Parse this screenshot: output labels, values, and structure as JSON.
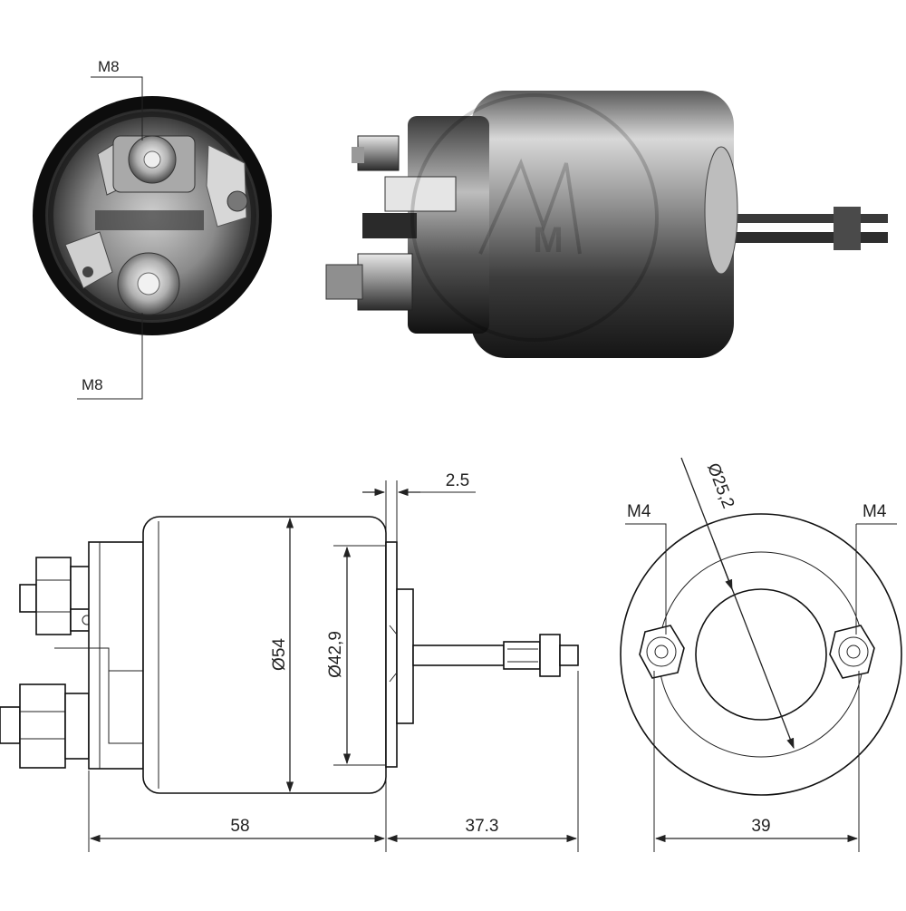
{
  "photos": {
    "end_view_labels": {
      "top_terminal": "M8",
      "bottom_terminal": "M8"
    },
    "watermark": "M"
  },
  "drawing_side": {
    "dim_body_diameter": "Ø54",
    "dim_flange_diameter": "Ø42,9",
    "dim_flange_thickness": "2.5",
    "dim_body_length": "58",
    "dim_plunger_length": "37.3"
  },
  "drawing_end": {
    "left_thread": "M4",
    "right_thread": "M4",
    "dim_bore_diameter": "Ø25,2",
    "dim_stud_spacing": "39"
  }
}
